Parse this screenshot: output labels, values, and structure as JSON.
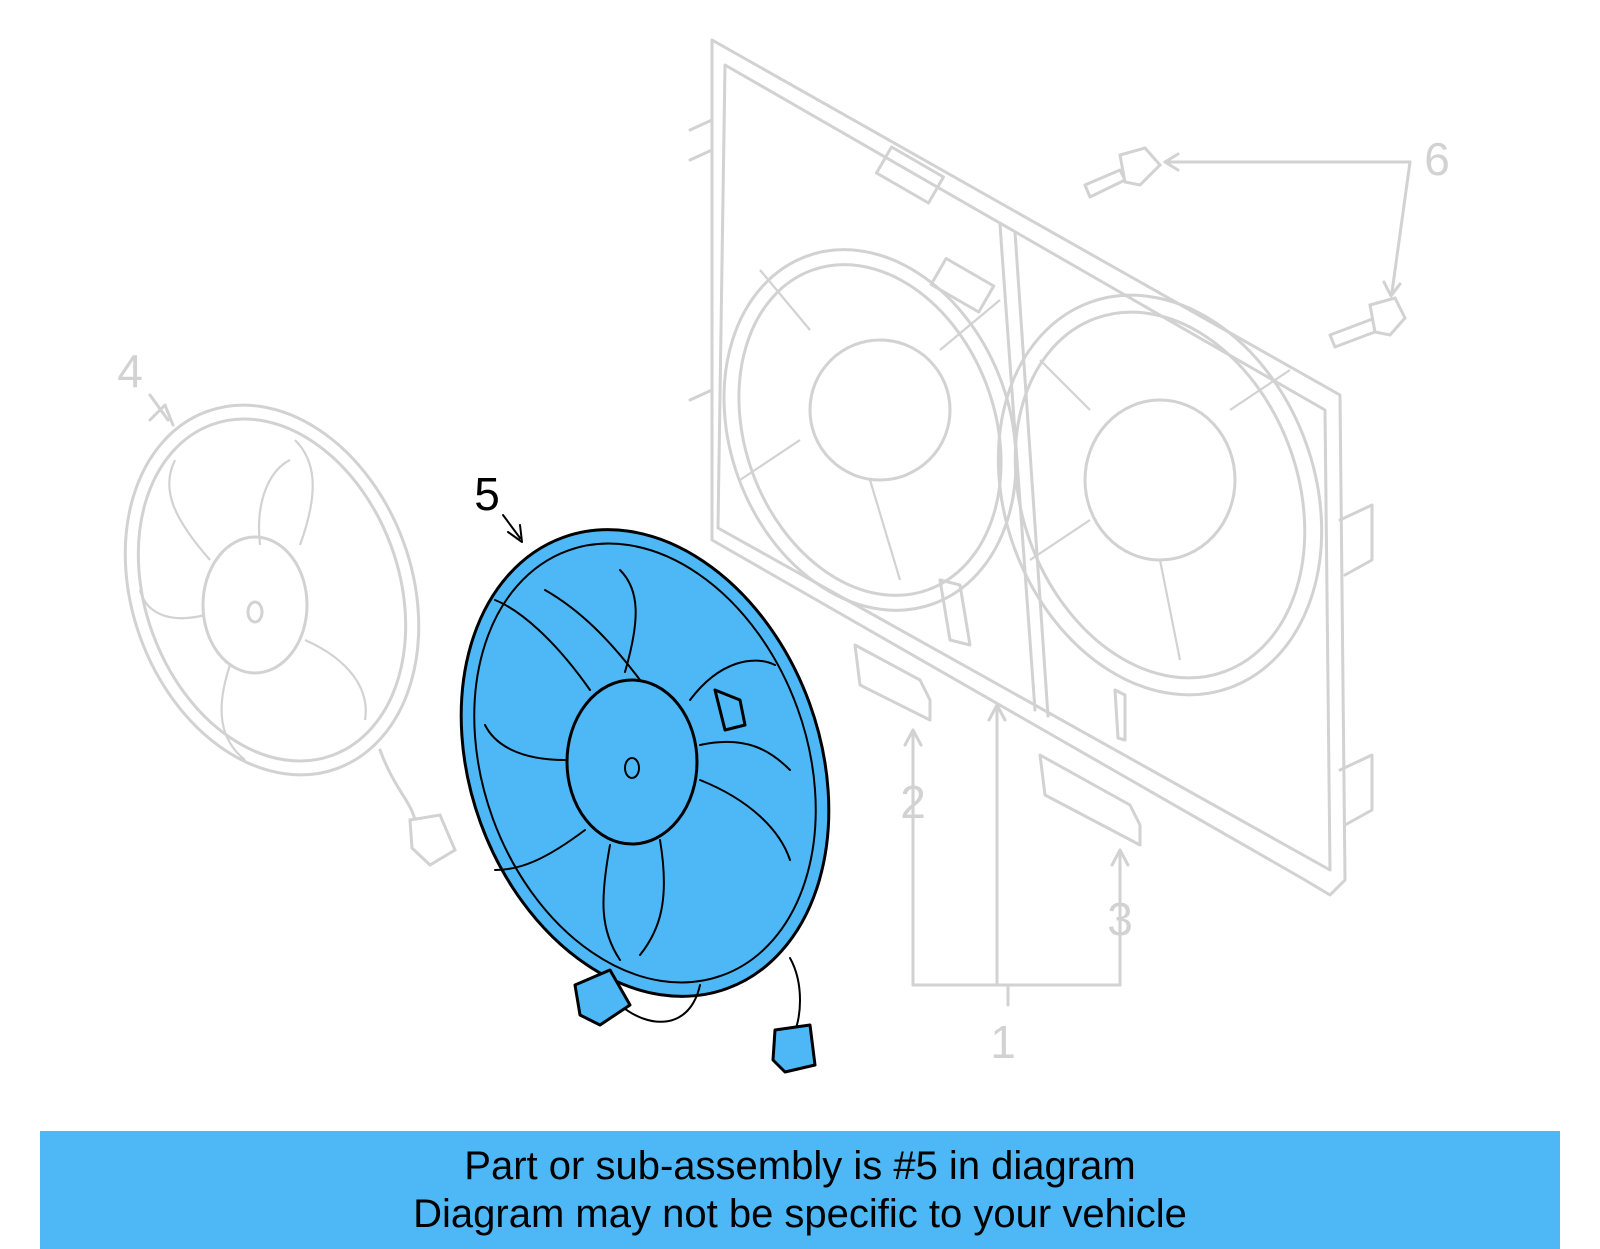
{
  "diagram": {
    "callouts": {
      "c1": "1",
      "c2": "2",
      "c3": "3",
      "c4": "4",
      "c5": "5",
      "c6": "6"
    },
    "highlight_color": "#4db8f5",
    "ghost_color": "#d2d2d2"
  },
  "banner": {
    "line1": "Part or sub-assembly is #5 in diagram",
    "line2": "Diagram may not be specific to your vehicle"
  }
}
